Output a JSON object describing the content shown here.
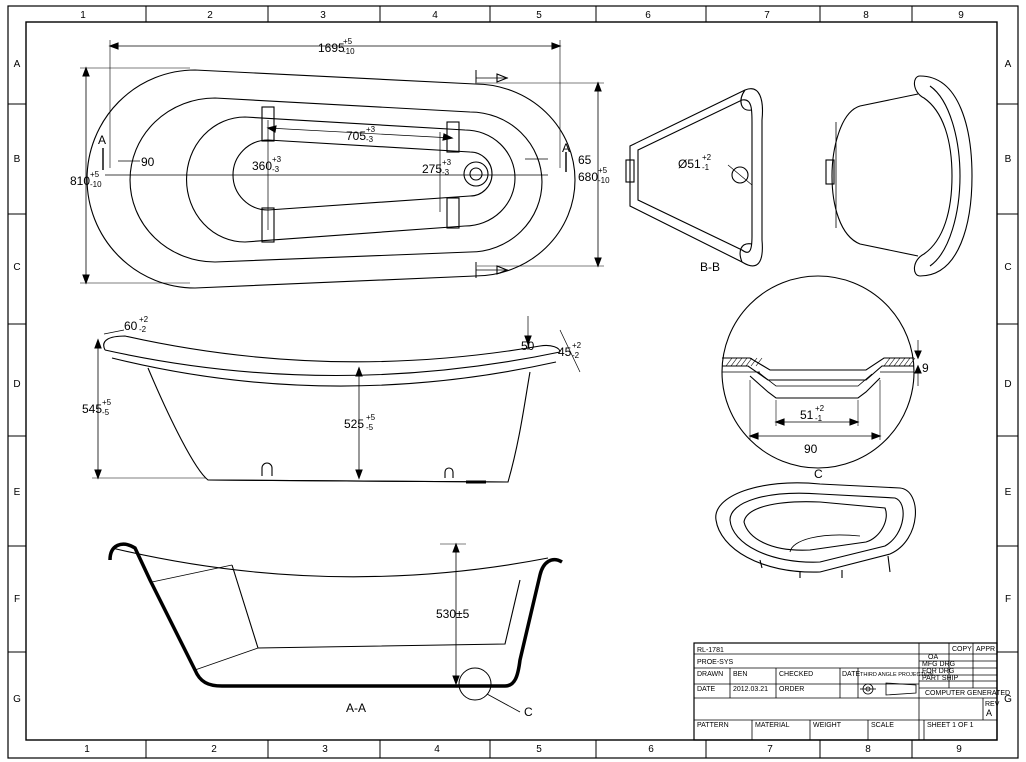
{
  "frame": {
    "columns": [
      "1",
      "2",
      "3",
      "4",
      "5",
      "6",
      "7",
      "8",
      "9"
    ],
    "rows": [
      "A",
      "B",
      "C",
      "D",
      "E",
      "F",
      "G"
    ]
  },
  "plan_view": {
    "length": "1695",
    "length_tol_upper": "+5",
    "length_tol_lower": "-10",
    "width": "810",
    "width_tol_upper": "+5",
    "width_tol_lower": "-10",
    "inner_width": "680",
    "inner_width_tol_upper": "+5",
    "inner_width_tol_lower": "-10",
    "foot_spacing": "705",
    "foot_spacing_tol_upper": "+3",
    "foot_spacing_tol_lower": "-3",
    "foot_width_left": "360",
    "foot_width_left_tol_upper": "+3",
    "foot_width_left_tol_lower": "-3",
    "foot_width_right": "275",
    "foot_width_right_tol_upper": "+3",
    "foot_width_right_tol_lower": "-3",
    "left_offset": "90",
    "right_offset": "65",
    "section_a_left": "A",
    "section_a_right": "A"
  },
  "section_bb": {
    "label": "B-B",
    "drain_dia": "Ø51",
    "drain_tol_upper": "+2",
    "drain_tol_lower": "-1"
  },
  "side_view": {
    "angle_left": "60",
    "angle_left_tol_upper": "+2",
    "angle_left_tol_lower": "-2",
    "angle_right": "45",
    "angle_right_tol_upper": "+2",
    "angle_right_tol_lower": "-2",
    "rim": "50",
    "overall_height": "545",
    "overall_height_tol_upper": "+5",
    "overall_height_tol_lower": "-5",
    "inner_height": "525",
    "inner_height_tol_upper": "+5",
    "inner_height_tol_lower": "-5"
  },
  "detail_c": {
    "label": "C",
    "thickness": "9",
    "drain_dia": "51",
    "drain_tol_upper": "+2",
    "drain_tol_lower": "-1",
    "width": "90"
  },
  "section_aa": {
    "label": "A-A",
    "depth": "530±5",
    "callout": "C"
  },
  "title_block": {
    "rev_col": "COPY",
    "appr_col": "APPR",
    "part_no": "RL-1781",
    "project": "PROE-SYS",
    "row_oa": "OA",
    "row_mfg": "MFG DRG",
    "row_for": "FOR DRG",
    "row_part": "PART SHIP",
    "drawn_label": "DRAWN",
    "drawn_value": "BEN",
    "checked_label": "CHECKED",
    "date_label_1": "DATE",
    "date_label_2": "DATE",
    "date_value": "2012.03.21",
    "order_label": "ORDER",
    "projection_label": "THIRD ANGLE PROJECTION",
    "computer_generated": "COMPUTER GENERATED",
    "rev_label": "REV",
    "rev_value": "A",
    "pattern_label": "PATTERN",
    "material_label": "MATERIAL",
    "weight_label": "WEIGHT",
    "scale_label": "SCALE",
    "sheet_label": "SHEET 1 OF 1"
  }
}
